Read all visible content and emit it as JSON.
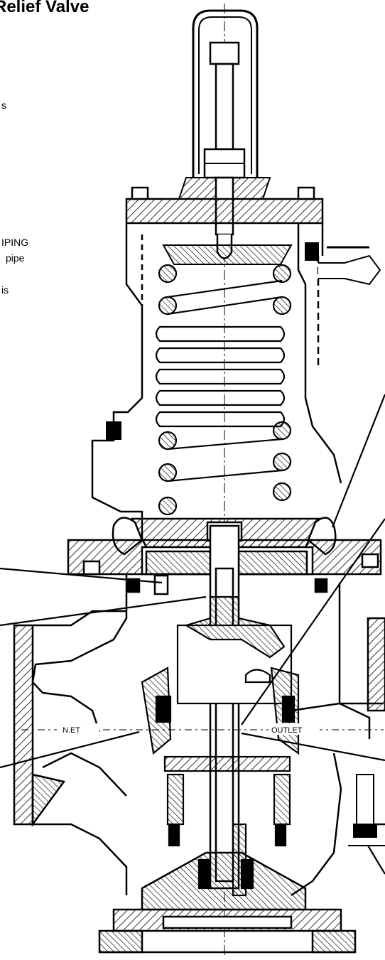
{
  "page": {
    "title": "Relief Valve",
    "text_fragments": [
      "s",
      "IPING",
      "pipe",
      "is"
    ]
  },
  "diagram": {
    "labels": {
      "inlet": "N.ET",
      "outlet": "OUTLET"
    }
  },
  "colors": {
    "ink": "#000000",
    "paper": "#ffffff"
  }
}
